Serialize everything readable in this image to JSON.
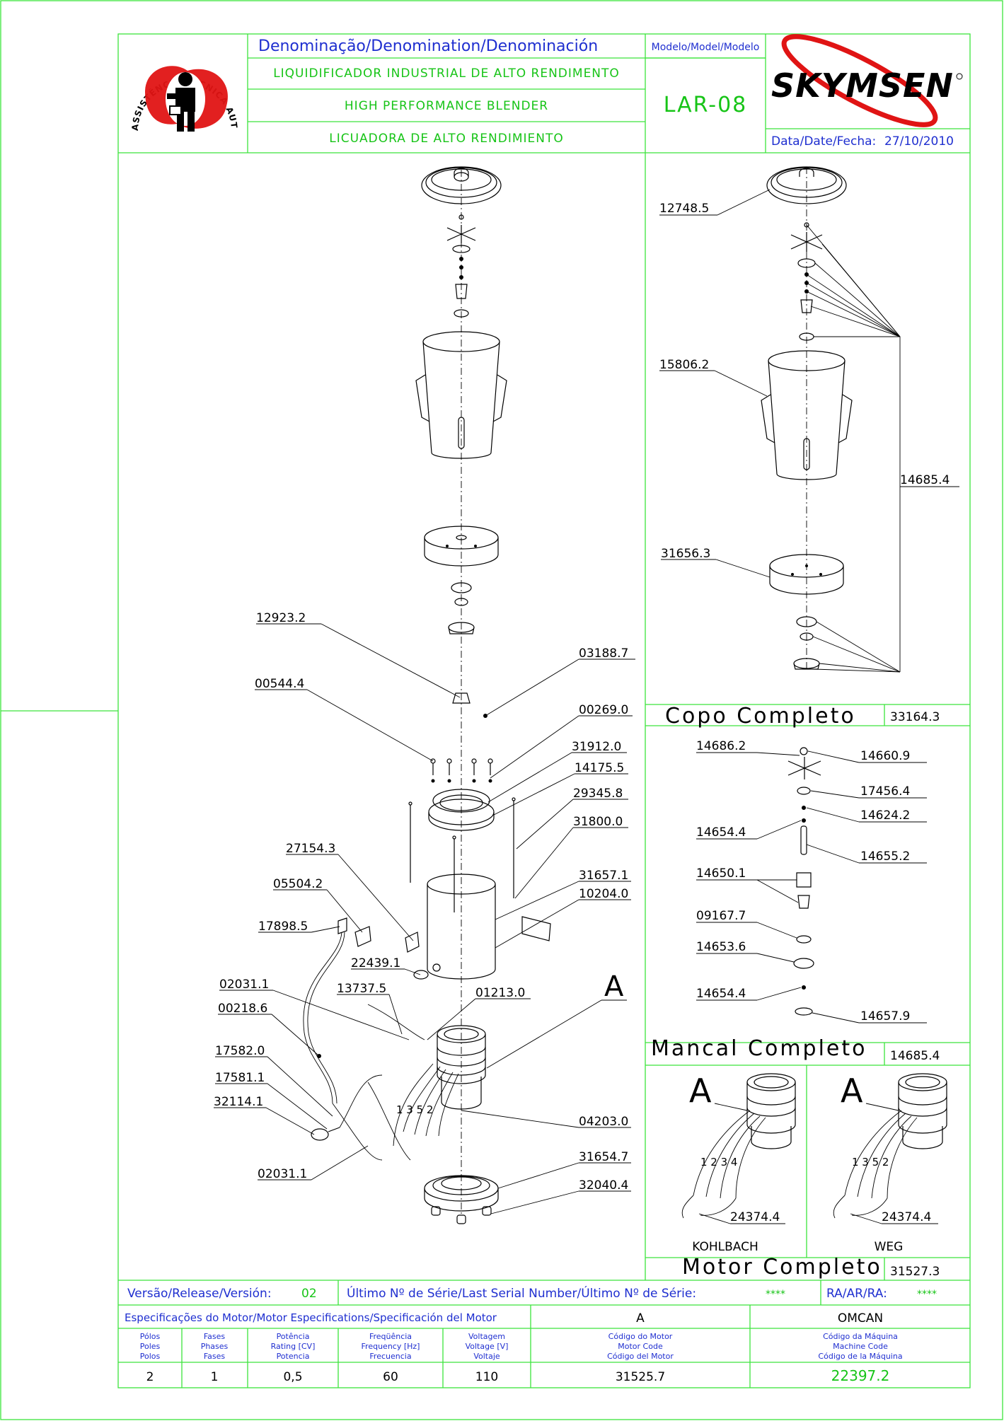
{
  "header": {
    "denomination_heading": "Denominação/Denomination/Denominación",
    "name_pt": "LIQUIDIFICADOR INDUSTRIAL DE ALTO RENDIMENTO",
    "name_en": "HIGH PERFORMANCE BLENDER",
    "name_es": "LICUADORA DE ALTO RENDIMIENTO",
    "model_heading": "Modelo/Model/Modelo",
    "model": "LAR-08",
    "date_label": "Data/Date/Fecha:",
    "date": "27/10/2010",
    "brand": "SKYMSEN",
    "seal_text": "ASSISTÊNCIA TÉCNICA AUTORIZADA"
  },
  "main_labels": {
    "l12923": "12923.2",
    "l03188": "03188.7",
    "l00544": "00544.4",
    "l00269": "00269.0",
    "l31912": "31912.0",
    "l14175": "14175.5",
    "l29345": "29345.8",
    "l31800": "31800.0",
    "l27154": "27154.3",
    "l05504": "05504.2",
    "l31657": "31657.1",
    "l10204": "10204.0",
    "l17898": "17898.5",
    "l22439": "22439.1",
    "l02031a": "02031.1",
    "l13737": "13737.5",
    "l01213": "01213.0",
    "lA": "A",
    "l00218": "00218.6",
    "l17582": "17582.0",
    "l17581": "17581.1",
    "l32114": "32114.1",
    "l04203": "04203.0",
    "l02031b": "02031.1",
    "l31654": "31654.7",
    "l32040": "32040.4"
  },
  "copo": {
    "l12748": "12748.5",
    "l15806": "15806.2",
    "l14685": "14685.4",
    "l31656": "31656.3",
    "title": "Copo Completo",
    "code": "33164.3"
  },
  "mancal": {
    "l14686": "14686.2",
    "l14660": "14660.9",
    "l17456": "17456.4",
    "l14624": "14624.2",
    "l14654a": "14654.4",
    "l14655": "14655.2",
    "l14650": "14650.1",
    "l09167": "09167.7",
    "l14653": "14653.6",
    "l14654b": "14654.4",
    "l14657": "14657.9",
    "title": "Mancal Completo",
    "code": "14685.4"
  },
  "motor": {
    "a_left": "A",
    "a_right": "A",
    "left_code": "24374.4",
    "right_code": "24374.4",
    "left_name": "KOHLBACH",
    "right_name": "WEG",
    "left_wires": "1 2 3 4",
    "right_wires": "1 3 5 2",
    "title": "Motor Completo",
    "code": "31527.3"
  },
  "footer": {
    "version_label": "Versão/Release/Versión:",
    "version": "02",
    "serial_label": "Último Nº de Série/Last Serial Number/Último Nº de Série:",
    "serial": "****",
    "ra_label": "RA/AR/RA:",
    "ra": "****",
    "spec_heading": "Especificações do Motor/Motor Especifications/Specificación del Motor",
    "spec_variant": "A",
    "brand_code": "OMCAN",
    "col_poles": [
      "Pólos",
      "Poles",
      "Polos"
    ],
    "col_phases": [
      "Fases",
      "Phases",
      "Fases"
    ],
    "col_power": [
      "Potência",
      "Rating [CV]",
      "Potencia"
    ],
    "col_freq": [
      "Freqüência",
      "Frequency [Hz]",
      "Frecuencia"
    ],
    "col_volt": [
      "Voltagem",
      "Voltage [V]",
      "Voltaje"
    ],
    "col_motor": [
      "Código do Motor",
      "Motor Code",
      "Código del Motor"
    ],
    "col_machine": [
      "Código da Máquina",
      "Machine Code",
      "Código de la Máquina"
    ],
    "val_poles": "2",
    "val_phases": "1",
    "val_power": "0,5",
    "val_freq": "60",
    "val_volt": "110",
    "val_motor": "31525.7",
    "val_machine": "22397.2"
  },
  "colors": {
    "frame": "#3ce43c",
    "heading": "#1f2fd0",
    "value": "#17c417",
    "brand_red": "#e01414"
  }
}
